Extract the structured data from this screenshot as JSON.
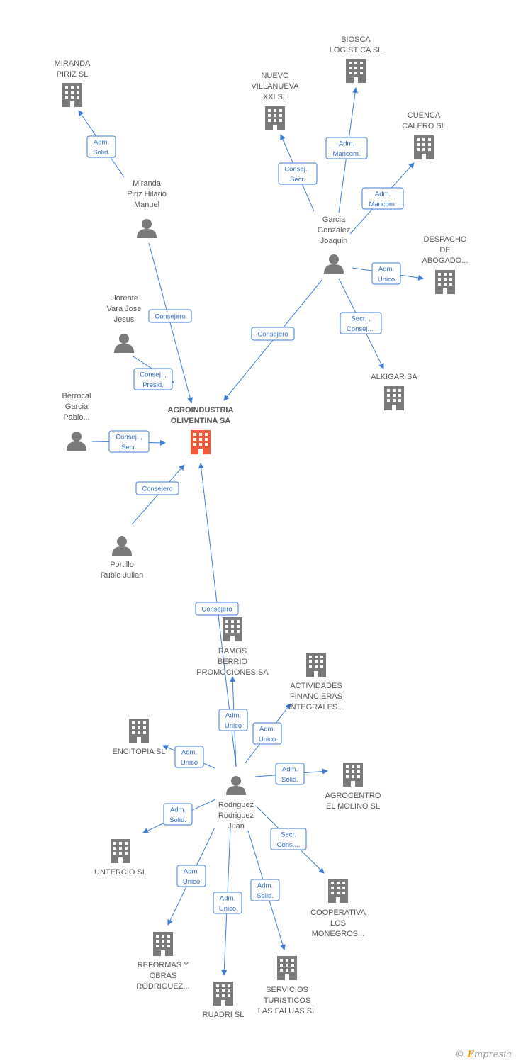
{
  "colors": {
    "edge": "#3b7dd8",
    "node": "#7a7a7a",
    "center": "#f0593a",
    "label": "#555555"
  },
  "nodes": [
    {
      "id": "agro",
      "type": "company",
      "center": true,
      "lines": [
        "AGROINDUSTRIA",
        "OLIVENTINA SA"
      ]
    },
    {
      "id": "miranda_sl",
      "type": "company",
      "lines": [
        "MIRANDA",
        "PIRIZ SL"
      ]
    },
    {
      "id": "biosca",
      "type": "company",
      "lines": [
        "BIOSCA",
        "LOGISTICA  SL"
      ]
    },
    {
      "id": "nuevo",
      "type": "company",
      "lines": [
        "NUEVO",
        "VILLANUEVA",
        "XXI  SL"
      ]
    },
    {
      "id": "cuenca",
      "type": "company",
      "lines": [
        "CUENCA",
        "CALERO SL"
      ]
    },
    {
      "id": "despacho",
      "type": "company",
      "lines": [
        "DESPACHO",
        "DE",
        "ABOGADO..."
      ]
    },
    {
      "id": "alkigar",
      "type": "company",
      "lines": [
        "ALKIGAR SA"
      ]
    },
    {
      "id": "miranda_p",
      "type": "person",
      "lines": [
        "Miranda",
        "Piriz Hilario",
        "Manuel"
      ]
    },
    {
      "id": "garcia",
      "type": "person",
      "lines": [
        "Garcia",
        "Gonzalez",
        "Joaquin"
      ]
    },
    {
      "id": "llorente",
      "type": "person",
      "lines": [
        "Llorente",
        "Vara Jose",
        "Jesus"
      ]
    },
    {
      "id": "berrocal",
      "type": "person",
      "lines": [
        "Berrocal",
        "Garcia",
        "Pablo..."
      ]
    },
    {
      "id": "portillo",
      "type": "person",
      "lines": [
        "Portillo",
        "Rubio Julian"
      ]
    },
    {
      "id": "ramos",
      "type": "company",
      "lines": [
        "RAMOS",
        "BERRIO",
        "PROMOCIONES SA"
      ]
    },
    {
      "id": "actividades",
      "type": "company",
      "lines": [
        "ACTIVIDADES",
        "FINANCIERAS",
        "INTEGRALES..."
      ]
    },
    {
      "id": "encitopia",
      "type": "company",
      "lines": [
        "ENCITOPIA  SL"
      ]
    },
    {
      "id": "agrocentro",
      "type": "company",
      "lines": [
        "AGROCENTRO",
        "EL MOLINO  SL"
      ]
    },
    {
      "id": "rodriguez",
      "type": "person",
      "lines": [
        "Rodriguez",
        "Rodriguez",
        "Juan"
      ]
    },
    {
      "id": "untercio",
      "type": "company",
      "lines": [
        "UNTERCIO SL"
      ]
    },
    {
      "id": "cooperativa",
      "type": "company",
      "lines": [
        "COOPERATIVA",
        "LOS",
        "MONEGROS..."
      ]
    },
    {
      "id": "reformas",
      "type": "company",
      "lines": [
        "REFORMAS Y",
        "OBRAS",
        "RODRIGUEZ..."
      ]
    },
    {
      "id": "servicios",
      "type": "company",
      "lines": [
        "SERVICIOS",
        "TURISTICOS",
        "LAS FALUAS SL"
      ]
    },
    {
      "id": "ruadri",
      "type": "company",
      "lines": [
        "RUADRI SL"
      ]
    }
  ],
  "edges": [
    {
      "id": "e1",
      "from": "miranda_p",
      "to": "miranda_sl",
      "label": [
        "Adm.",
        "Solid."
      ]
    },
    {
      "id": "e2",
      "from": "garcia",
      "to": "nuevo",
      "label": [
        "Consej. ,",
        "Secr."
      ]
    },
    {
      "id": "e3",
      "from": "garcia",
      "to": "biosca",
      "label": [
        "Adm.",
        "Mancom."
      ]
    },
    {
      "id": "e4",
      "from": "garcia",
      "to": "cuenca",
      "label": [
        "Adm.",
        "Mancom."
      ]
    },
    {
      "id": "e5",
      "from": "garcia",
      "to": "despacho",
      "label": [
        "Adm.",
        "Unico"
      ]
    },
    {
      "id": "e6",
      "from": "garcia",
      "to": "alkigar",
      "label": [
        "Secr. ,",
        "Consej...."
      ]
    },
    {
      "id": "e7",
      "from": "garcia",
      "to": "agro",
      "label": [
        "Consejero"
      ]
    },
    {
      "id": "e8",
      "from": "miranda_p",
      "to": "agro",
      "label": [
        "Consejero"
      ]
    },
    {
      "id": "e9",
      "from": "llorente",
      "to": "agro",
      "label": [
        "Consej. ,",
        "Presid."
      ]
    },
    {
      "id": "e10",
      "from": "berrocal",
      "to": "agro",
      "label": [
        "Consej. ,",
        "Secr."
      ]
    },
    {
      "id": "e11",
      "from": "portillo",
      "to": "agro",
      "label": [
        "Consejero"
      ]
    },
    {
      "id": "e12",
      "from": "rodriguez",
      "to": "agro",
      "label": [
        "Consejero"
      ]
    },
    {
      "id": "e13",
      "from": "rodriguez",
      "to": "ramos",
      "label": [
        "Adm.",
        "Unico"
      ]
    },
    {
      "id": "e14",
      "from": "rodriguez",
      "to": "actividades",
      "label": [
        "Adm.",
        "Unico"
      ]
    },
    {
      "id": "e15",
      "from": "rodriguez",
      "to": "encitopia",
      "label": [
        "Adm.",
        "Unico"
      ]
    },
    {
      "id": "e16",
      "from": "rodriguez",
      "to": "agrocentro",
      "label": [
        "Adm.",
        "Solid."
      ]
    },
    {
      "id": "e17",
      "from": "rodriguez",
      "to": "untercio",
      "label": [
        "Adm.",
        "Solid."
      ]
    },
    {
      "id": "e18",
      "from": "rodriguez",
      "to": "cooperativa",
      "label": [
        "Secr.",
        "Cons...."
      ]
    },
    {
      "id": "e19",
      "from": "rodriguez",
      "to": "reformas",
      "label": [
        "Adm.",
        "Unico"
      ]
    },
    {
      "id": "e20",
      "from": "rodriguez",
      "to": "ruadri",
      "label": [
        "Adm.",
        "Unico"
      ]
    },
    {
      "id": "e21",
      "from": "rodriguez",
      "to": "servicios",
      "label": [
        "Adm.",
        "Solid."
      ]
    }
  ],
  "footer": {
    "copyright": "©",
    "brand_first": "E",
    "brand_rest": "mpresia"
  }
}
